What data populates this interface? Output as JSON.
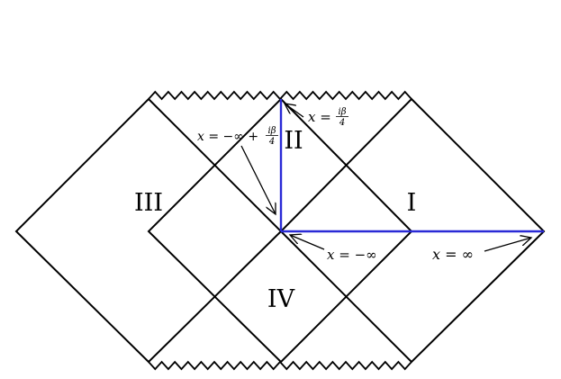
{
  "regions": {
    "I": "I",
    "II": "II",
    "III": "III",
    "IV": "IV"
  },
  "annotations": {
    "top_right": {
      "lhs": "x =",
      "frac_num": "iβ",
      "frac_den": "4"
    },
    "top_left": {
      "lhs": "x = −∞ +",
      "frac_num": "iβ",
      "frac_den": "4"
    },
    "center_bottom": "x = −∞",
    "right_bottom": "x = ∞"
  },
  "colors": {
    "lines": "#000000",
    "highlight": "#2a2ad6"
  }
}
